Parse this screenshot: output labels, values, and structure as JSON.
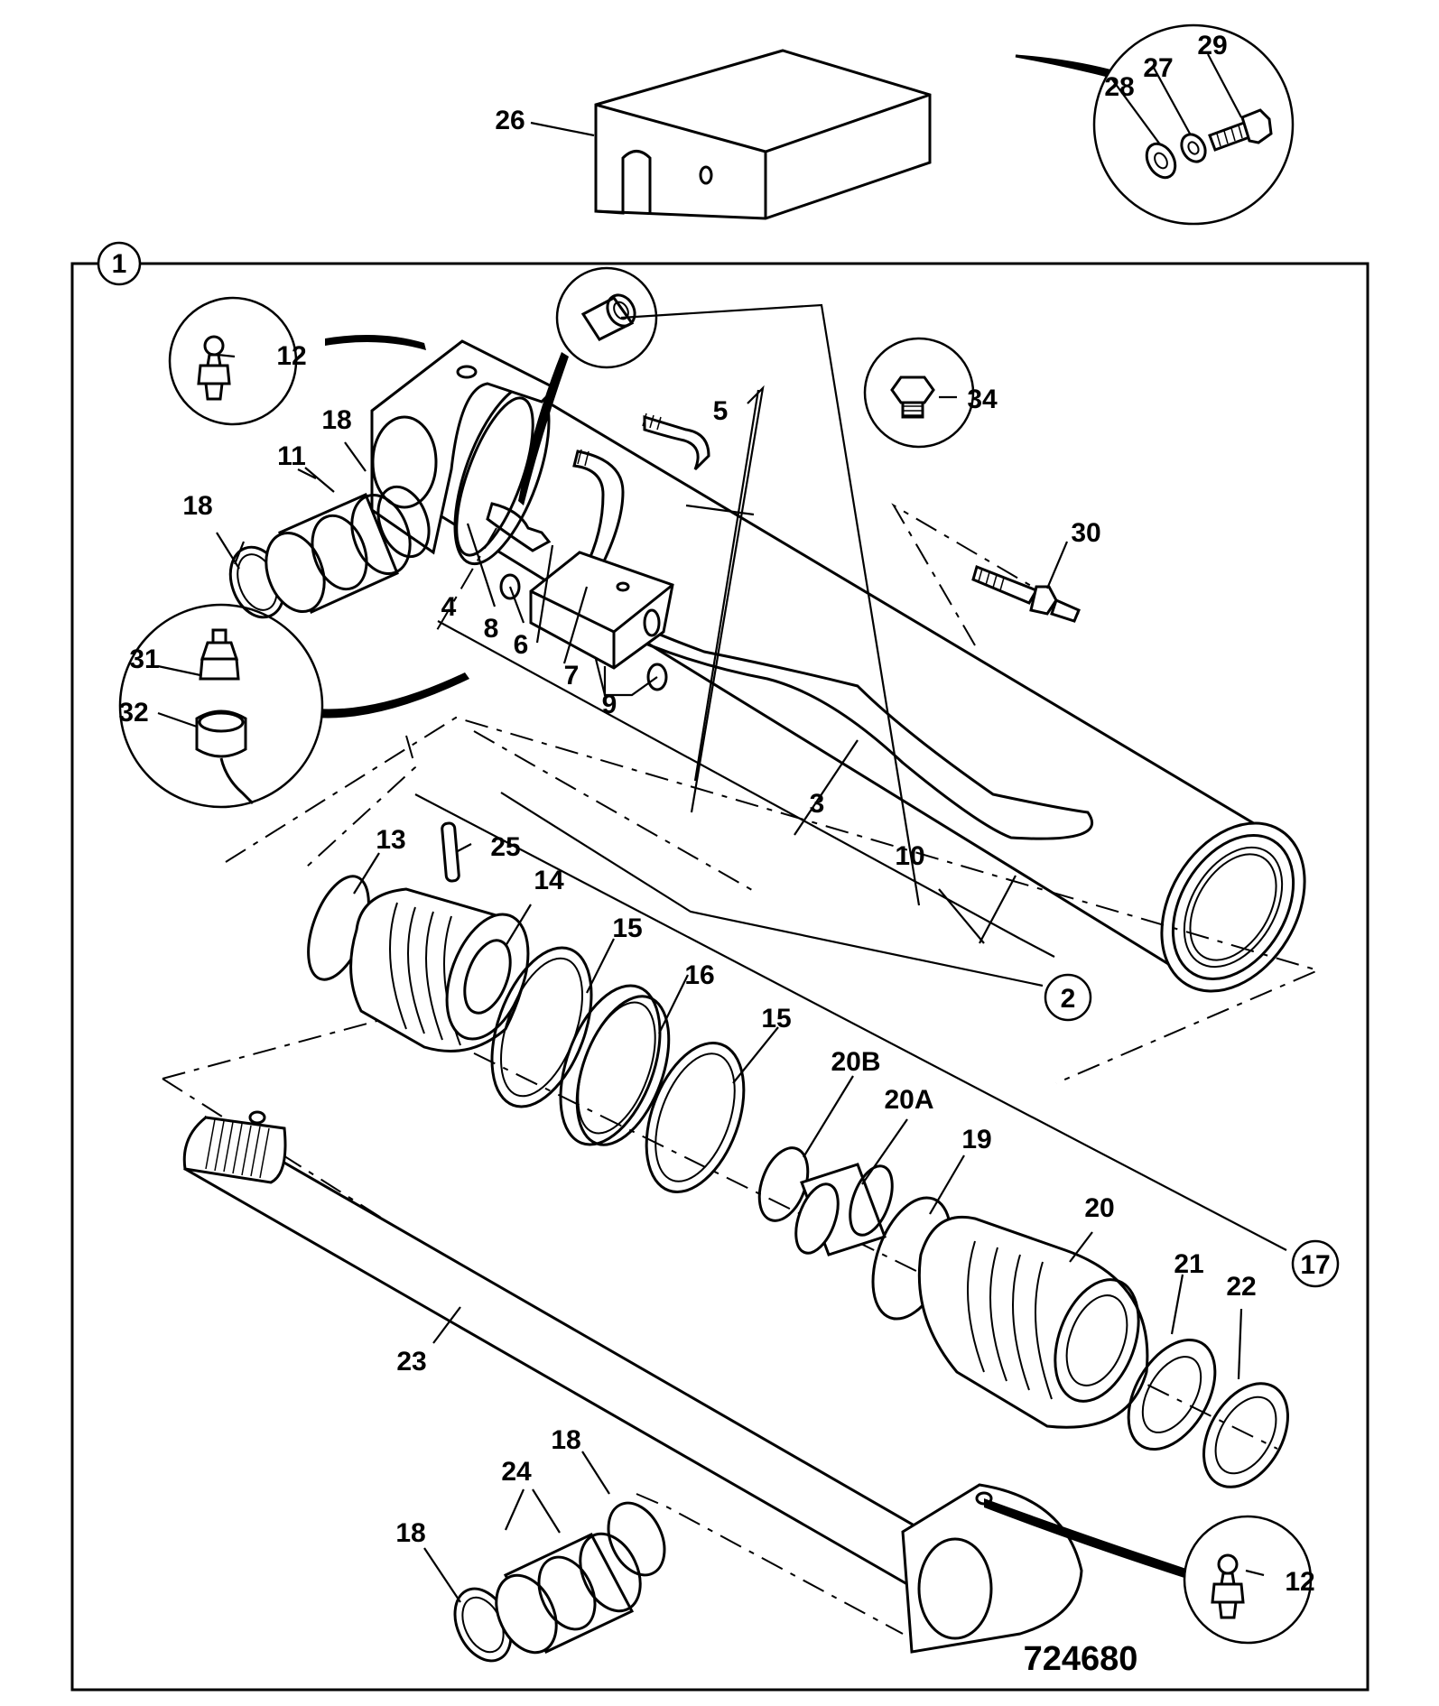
{
  "drawing_number": "724680",
  "labels": {
    "l1": "1",
    "l2": "2",
    "l3": "3",
    "l4": "4",
    "l5": "5",
    "l6": "6",
    "l7": "7",
    "l8": "8",
    "l9": "9",
    "l10": "10",
    "l11": "11",
    "l12a": "12",
    "l12b": "12",
    "l13": "13",
    "l14": "14",
    "l15a": "15",
    "l15b": "15",
    "l16": "16",
    "l17": "17",
    "l18a": "18",
    "l18b": "18",
    "l18c": "18",
    "l18d": "18",
    "l19": "19",
    "l20": "20",
    "l20a": "20A",
    "l20b": "20B",
    "l21": "21",
    "l22": "22",
    "l23": "23",
    "l24": "24",
    "l25": "25",
    "l26": "26",
    "l27": "27",
    "l28": "28",
    "l29": "29",
    "l30": "30",
    "l31": "31",
    "l32": "32",
    "l34": "34"
  }
}
